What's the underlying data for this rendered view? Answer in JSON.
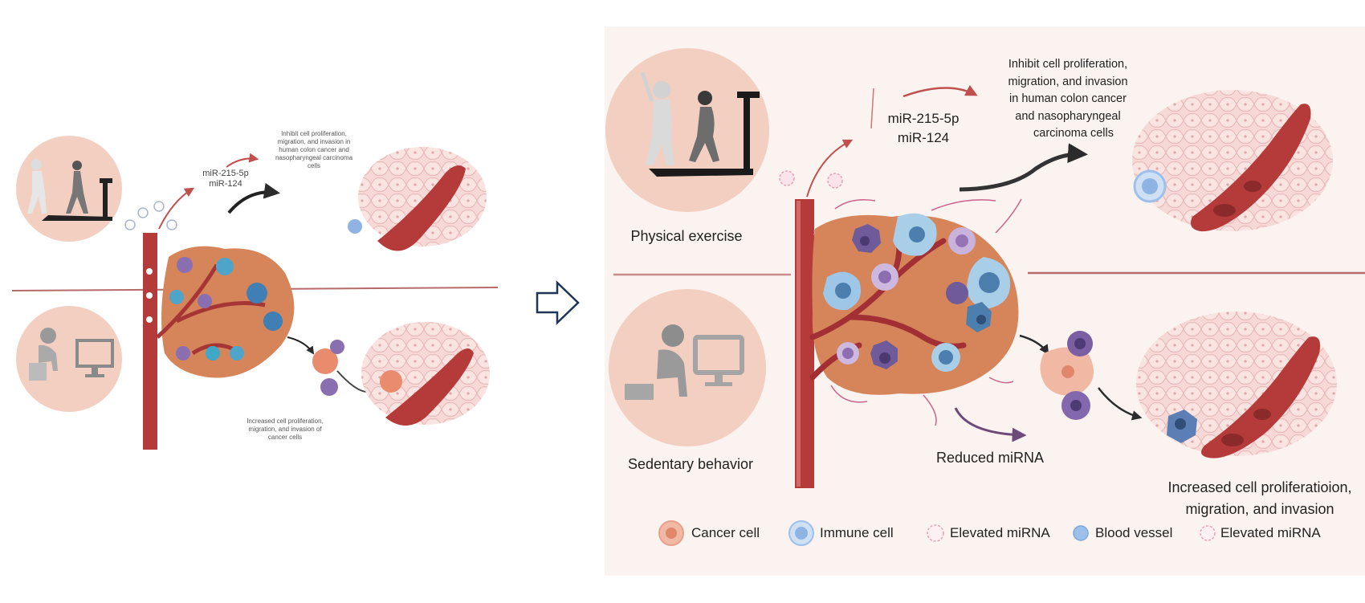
{
  "left_panel": {
    "mirna_lines": [
      "miR-215-5p",
      "miR-124"
    ],
    "top_caption": [
      "Inhibit cell proliferation,",
      "migration, and invasion in",
      "human colon cancer and",
      "nasopharyngeal carcinoma",
      "cells"
    ],
    "bottom_caption": [
      "Increased cell proliferation,",
      "migration, and invasion of",
      "cancer cells"
    ]
  },
  "right_panel": {
    "exercise_label": "Physical exercise",
    "sedentary_label": "Sedentary behavior",
    "mirna_lines": [
      "miR-215-5p",
      "miR-124"
    ],
    "top_caption": [
      "Inhibit cell proliferation,",
      "migration, and invasion",
      "in human colon cancer",
      "and nasopharyngeal",
      "carcinoma cells"
    ],
    "reduced_label": "Reduced miRNA",
    "bottom_caption": [
      "Increased cell proliferatioion,",
      "migration, and invasion"
    ],
    "legend": [
      {
        "label": "Cancer cell",
        "color": "#e7a08c"
      },
      {
        "label": "Immune cell",
        "color": "#8fb4e3"
      },
      {
        "label": "Elevated miRNA",
        "color": "#f4c5d3"
      },
      {
        "label": "Blood vessel",
        "color": "#9dc0ea"
      },
      {
        "label": "Elevated miRNA",
        "color": "#f4c5d3"
      }
    ]
  },
  "colors": {
    "vessel": "#b53a3a",
    "tumor": "#d6855a",
    "circle_bg": "#f2cfc1",
    "panel_bg": "#fbf3ef",
    "arrow": "#1f3556"
  }
}
